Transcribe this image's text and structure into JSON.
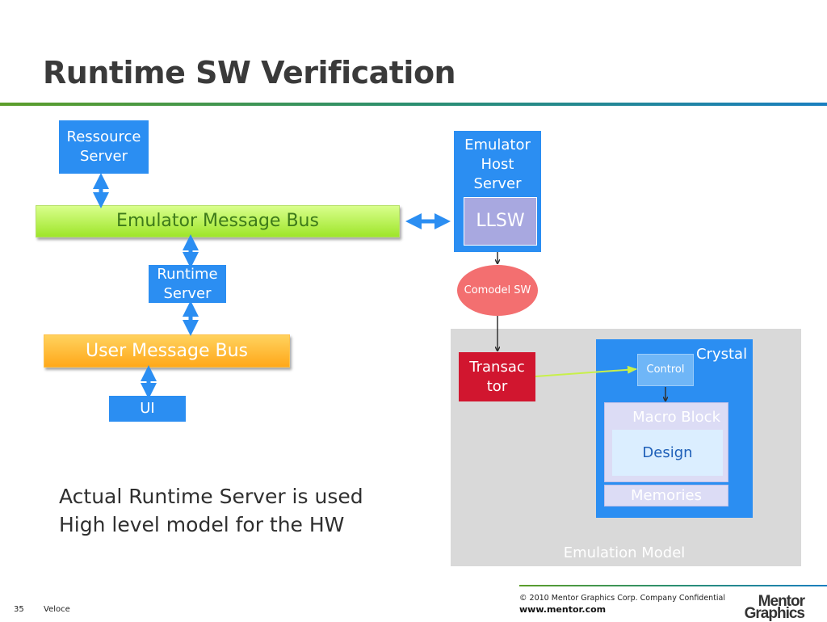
{
  "slide": {
    "title": "Runtime SW Verification"
  },
  "diagram": {
    "resource_server": [
      "Ressource",
      "Server"
    ],
    "emulator_message_bus": "Emulator Message Bus",
    "runtime_server": [
      "Runtime",
      "Server"
    ],
    "user_message_bus": "User Message Bus",
    "ui": "UI",
    "emulator_host_server": [
      "Emulator",
      "Host",
      "Server"
    ],
    "llsw": "LLSW",
    "comodel_sw": "Comodel SW",
    "transactor": [
      "Transac",
      "tor"
    ],
    "crystal": "Crystal",
    "control": "Control",
    "macro_block": "Macro Block",
    "design": "Design",
    "memories": "Memories",
    "emulation_model": "Emulation Model"
  },
  "captions": [
    "Actual Runtime Server is used",
    "High level model for the HW"
  ],
  "footer": {
    "page_number": "35",
    "product": "Veloce",
    "copyright": "© 2010 Mentor Graphics Corp. Company Confidential",
    "url": "www.mentor.com",
    "logo_lines": [
      "Mentor",
      "Graphics"
    ]
  },
  "colors": {
    "box_blue": "#2b8ef2",
    "arrow_blue": "#2b8ef2",
    "llsw_purple": "#a8a8e0",
    "comodel_pink": "#f36f70",
    "transactor_red": "#d1162f",
    "emulation_gray": "#d9d9d9",
    "green_link": "#c8f04a"
  }
}
